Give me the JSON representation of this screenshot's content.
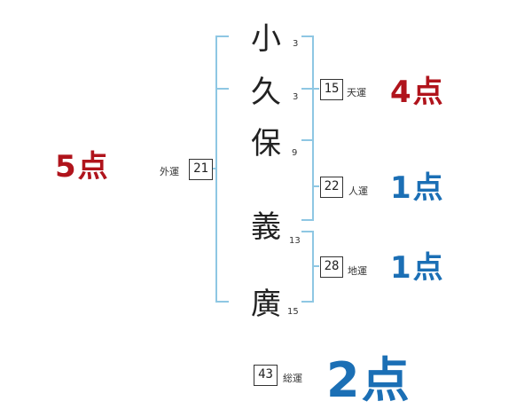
{
  "characters": [
    {
      "char": "小",
      "strokes": "3"
    },
    {
      "char": "久",
      "strokes": "3"
    },
    {
      "char": "保",
      "strokes": "9"
    },
    {
      "char": "義",
      "strokes": "13"
    },
    {
      "char": "廣",
      "strokes": "15"
    }
  ],
  "gaiun": {
    "label": "外運",
    "value": "21",
    "score": "5点"
  },
  "tenun": {
    "label": "天運",
    "value": "15",
    "score": "4点"
  },
  "jinun": {
    "label": "人運",
    "value": "22",
    "score": "1点"
  },
  "chiun": {
    "label": "地運",
    "value": "28",
    "score": "1点"
  },
  "souun": {
    "label": "総運",
    "value": "43",
    "score": "2点"
  },
  "colors": {
    "bracket": "#8ec7e3",
    "red": "#b0141c",
    "blue": "#1b6fb5"
  }
}
